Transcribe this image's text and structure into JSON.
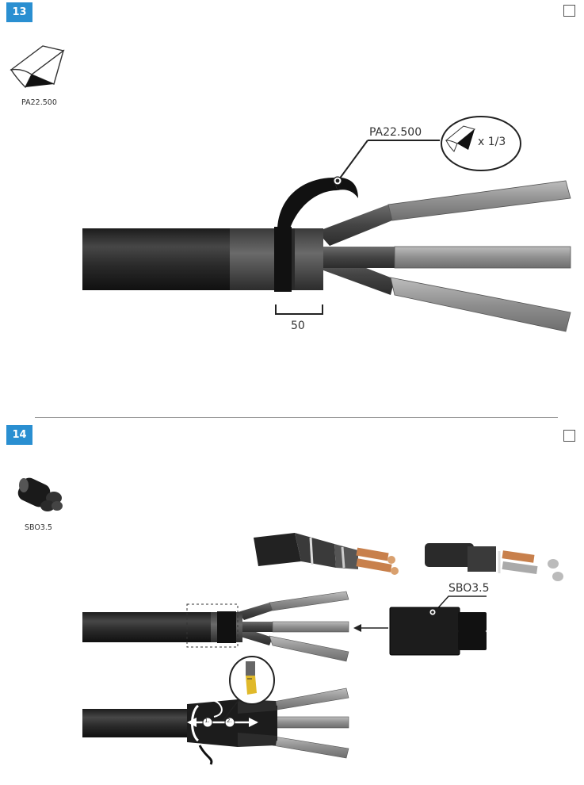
{
  "step13": {
    "number": "13",
    "part_icon": "tape-roll-icon",
    "part_code": "PA22.500",
    "callout_label": "PA22.500",
    "callout_quantity": "x 1/3",
    "dimension": "50"
  },
  "step14": {
    "number": "14",
    "part_icon": "trifurcating-boot-icon",
    "part_code": "SBO3.5",
    "callout_label": "SBO3.5",
    "step_markers": [
      "1.",
      "2."
    ]
  },
  "colors": {
    "badge": "#2a8fd1",
    "cable_jacket": "#2b2b2b",
    "core_insulation": "#9b9b9b",
    "tape": "#111111"
  }
}
